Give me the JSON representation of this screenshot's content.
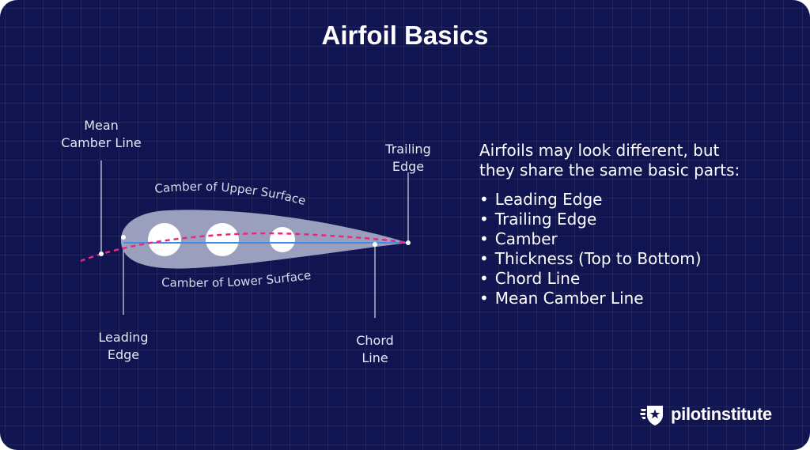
{
  "title": "Airfoil Basics",
  "labels": {
    "mean_camber_line": [
      "Mean",
      "Camber Line"
    ],
    "trailing_edge": [
      "Trailing",
      "Edge"
    ],
    "leading_edge": [
      "Leading",
      "Edge"
    ],
    "chord_line": [
      "Chord",
      "Line"
    ],
    "upper_camber": "Camber of Upper Surface",
    "lower_camber": "Camber of Lower Surface"
  },
  "side": {
    "intro": [
      "Airfoils may look different, but",
      "they share the same basic parts:"
    ],
    "parts": [
      "Leading Edge",
      "Trailing Edge",
      "Camber",
      "Thickness (Top to Bottom)",
      "Chord Line",
      "Mean Camber Line"
    ]
  },
  "brand": {
    "name": "pilotinstitute",
    "icon": "winged-star-badge-icon"
  },
  "colors": {
    "background": "#101450",
    "airfoil_fill": "#a3a6c4",
    "chord_line": "#3f8fe6",
    "mean_camber_line": "#e8287f",
    "text": "#ffffff"
  }
}
